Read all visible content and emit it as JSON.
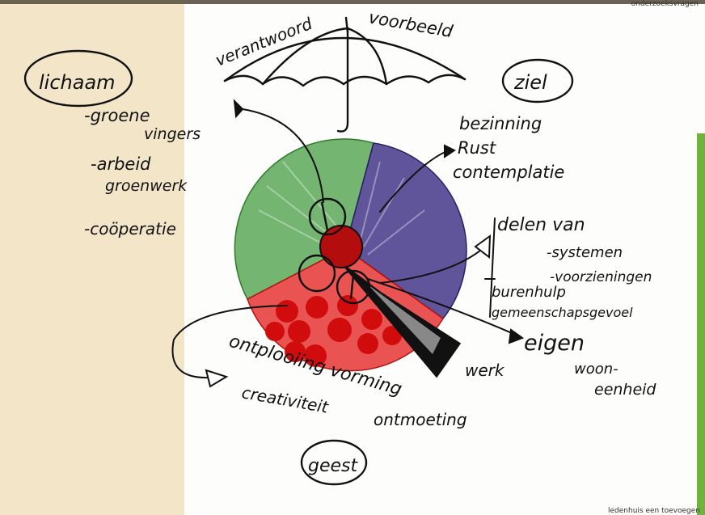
{
  "corner_top_right": "onderzoeksvragen",
  "corner_bottom_right": "ledenhuis een toevoegen",
  "umbrella": {
    "left_label": "verantwoord",
    "right_label": "voorbeeld"
  },
  "circles": {
    "lichaam": "lichaam",
    "ziel": "ziel",
    "geest": "geest"
  },
  "left_notes": {
    "line1a": "-groene",
    "line1b": "vingers",
    "line2a": "-arbeid",
    "line2b": "groenwerk",
    "line3": "-coöperatie"
  },
  "top_right_notes": {
    "line1": "bezinning",
    "line2": "Rust",
    "line3": "contemplatie"
  },
  "right_notes": {
    "line1": "delen van",
    "line2": "-systemen",
    "line3": "-voorzieningen",
    "line4": "burenhulp",
    "line5": "gemeenschapsgevoel"
  },
  "eigen": {
    "line1": "eigen",
    "line2": "woon-",
    "line3": "eenheid"
  },
  "center_label": "werk",
  "bottom_notes": {
    "line1": "ontplooiing vorming",
    "line2": "creativiteit",
    "line3": "ontmoeting"
  },
  "colors": {
    "beige_panel": "#f3e6c8",
    "green_wedge": "#3f9a3c",
    "purple_wedge": "#3d2e84",
    "red_wedge": "#e21b1b",
    "green_bar": "#6fb43a",
    "ink": "#111111"
  }
}
